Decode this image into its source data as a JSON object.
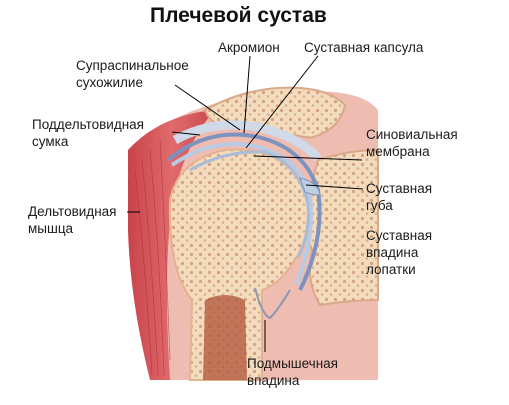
{
  "title": "Плечевой сустав",
  "labels": {
    "acromion": "Акромион",
    "capsule": "Суставная капсула",
    "supraspinatus_1": "Супраспинальное",
    "supraspinatus_2": "сухожилие",
    "bursa_1": "Поддельтовидная",
    "bursa_2": "сумка",
    "synovial_1": "Синовиальная",
    "synovial_2": "мембрана",
    "labrum_1": "Суставная",
    "labrum_2": "губа",
    "deltoid_1": "Дельтовидная",
    "deltoid_2": "мышца",
    "glenoid_1": "Суставная",
    "glenoid_2": "впадина",
    "glenoid_3": "лопатки",
    "axillary_1": "Подмышечная",
    "axillary_2": "впадина"
  },
  "colors": {
    "muscle": "#d9545a",
    "muscle_dark": "#b83a42",
    "bone": "#f2d9b8",
    "bone_edge": "#d9a98a",
    "cartilage": "#b7c9e0",
    "cartilage_dark": "#6f87b5",
    "tissue": "#eab3a8"
  }
}
